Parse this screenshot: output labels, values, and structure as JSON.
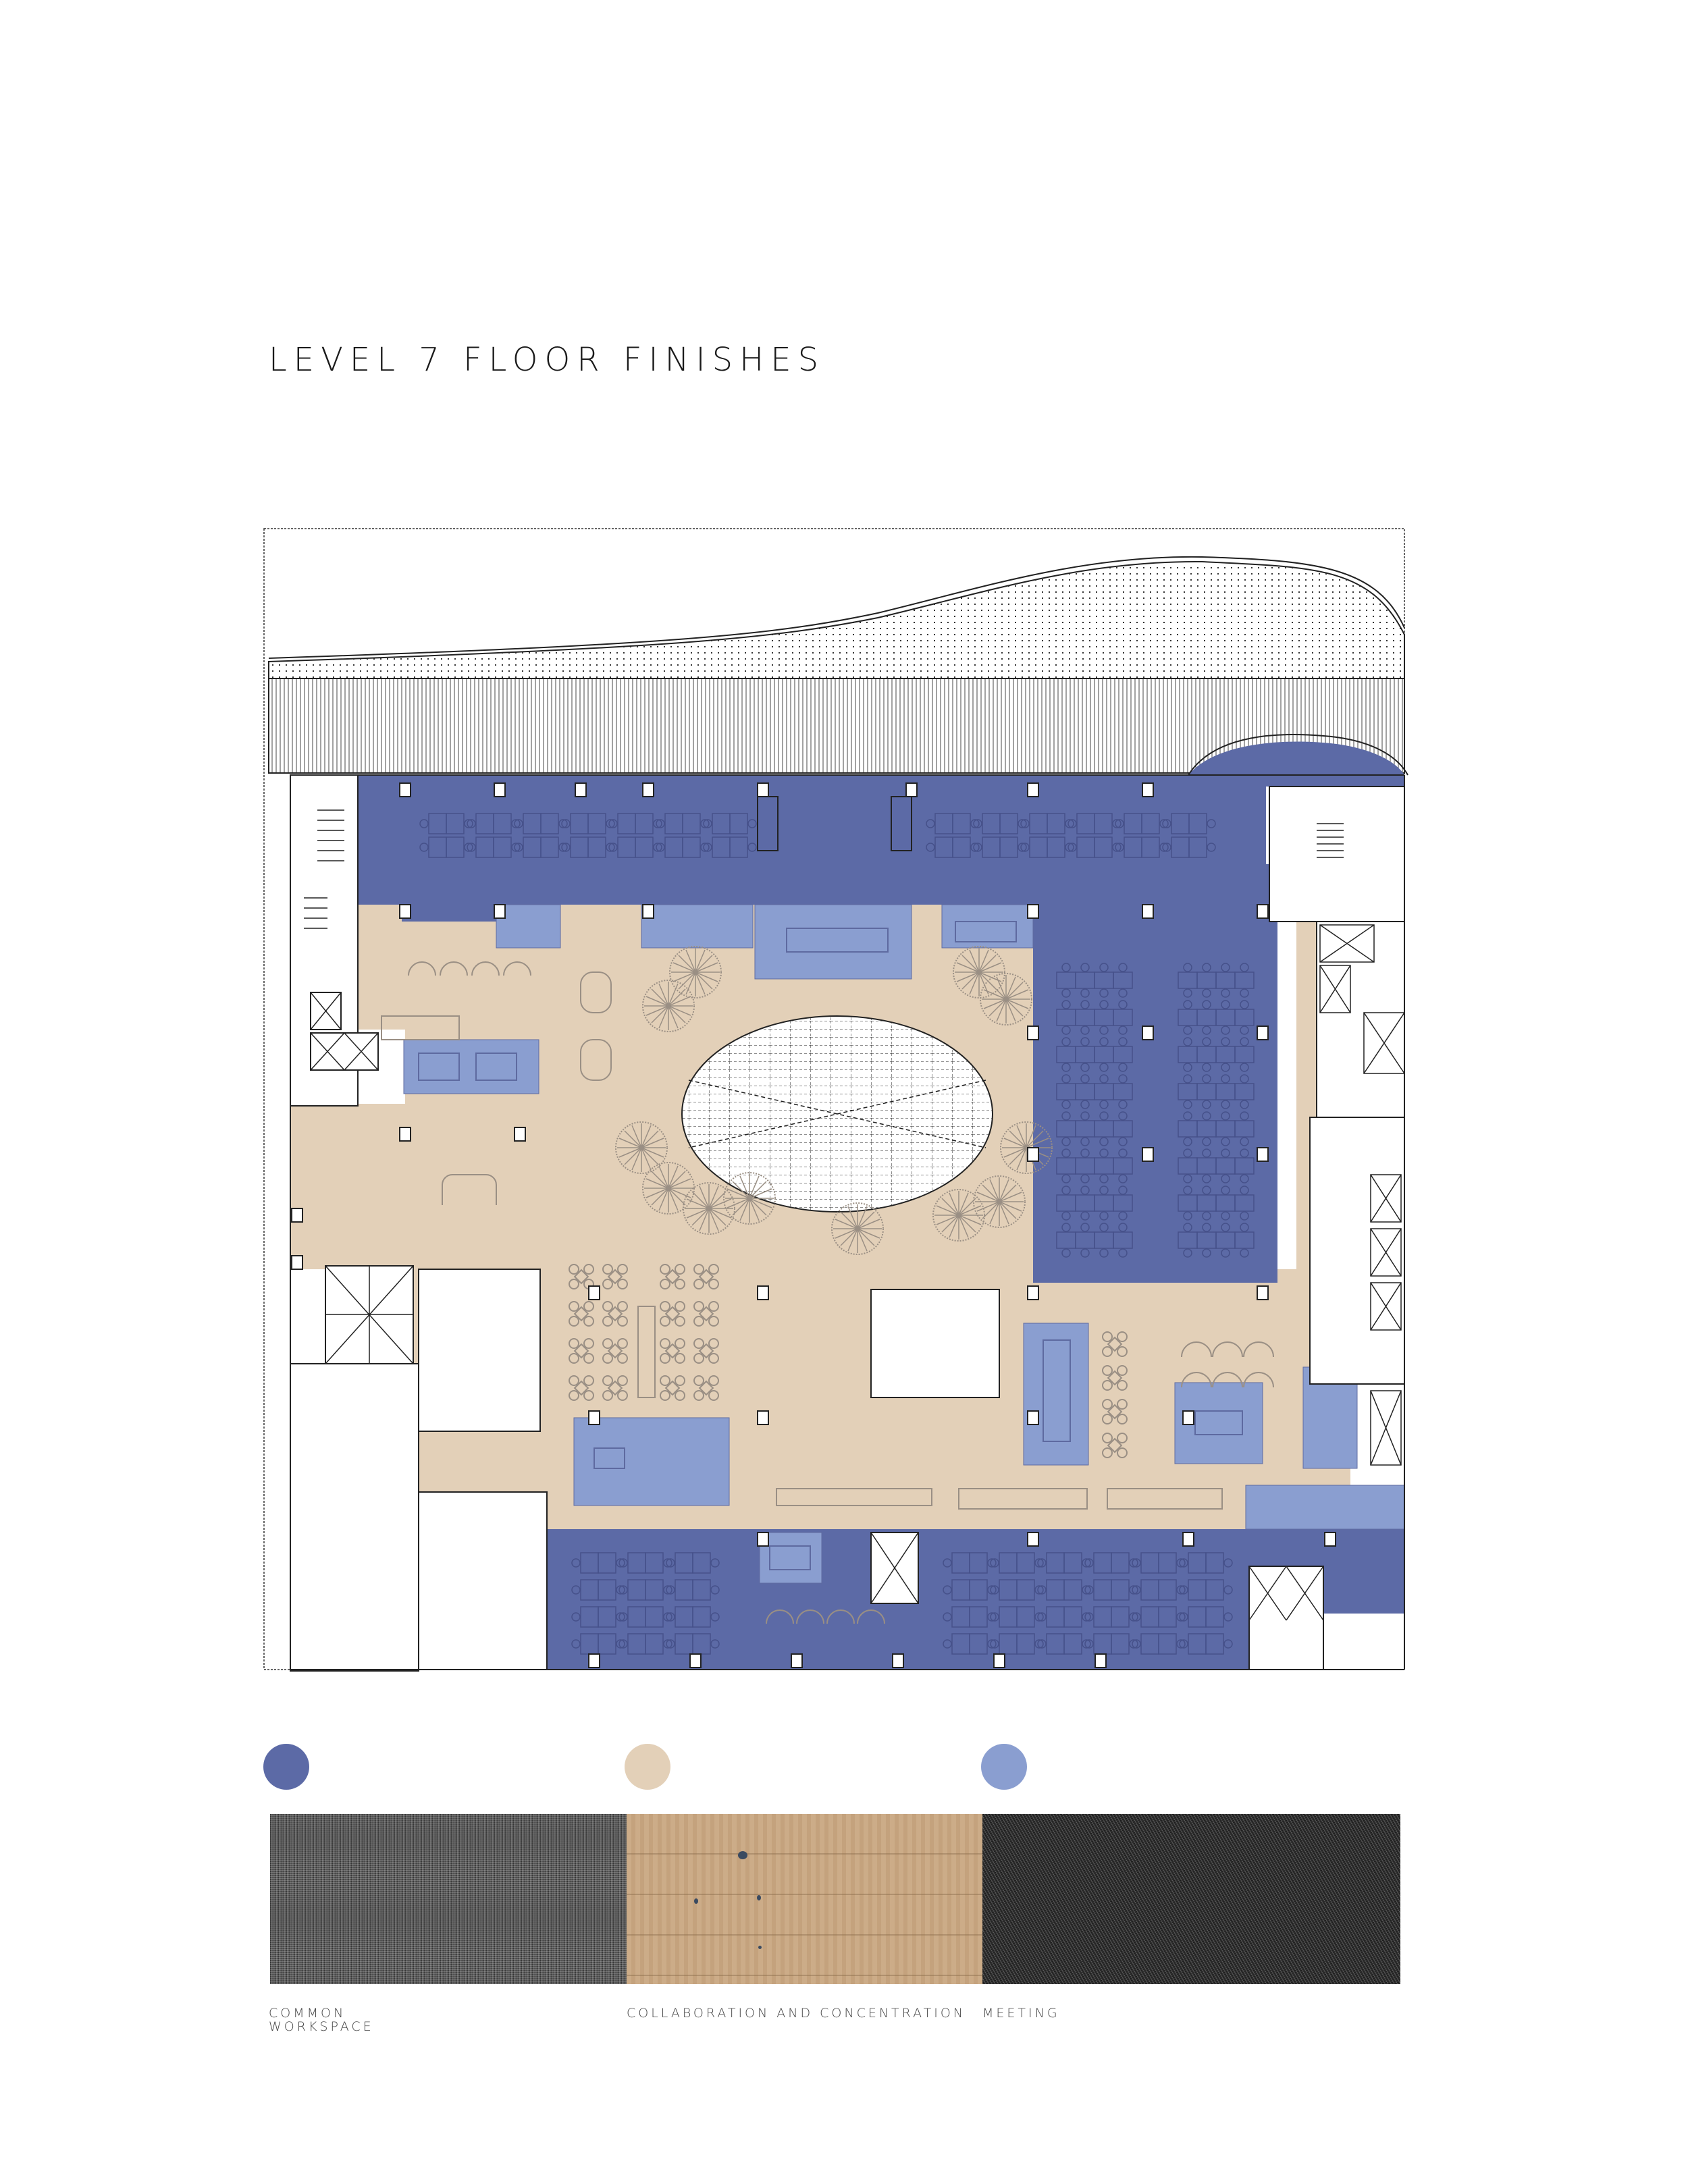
{
  "title": "LEVEL 7 FLOOR FINISHES",
  "colors": {
    "common_workspace": "#5C6AA6",
    "collaboration": "#E3D0B8",
    "meeting": "#8A9ED0",
    "furniture_line": "#9A8F84",
    "wall": "#222222"
  },
  "legend": [
    {
      "key": "common_workspace",
      "color": "#5C6AA6",
      "material": "grey loop carpet tile",
      "label": "COMMON WORKSPACE"
    },
    {
      "key": "collaboration",
      "color": "#E3D0B8",
      "material": "light oak timber flooring",
      "label": "COLLABORATION AND CONCENTRATION"
    },
    {
      "key": "meeting",
      "color": "#8A9ED0",
      "material": "charcoal textured carpet tile",
      "label": "MEETING"
    }
  ],
  "labels": {
    "common_line1": "COMMON",
    "common_line2": "WORKSPACE",
    "collab": "COLLABORATION AND CONCENTRATION",
    "meeting": "MEETING"
  }
}
